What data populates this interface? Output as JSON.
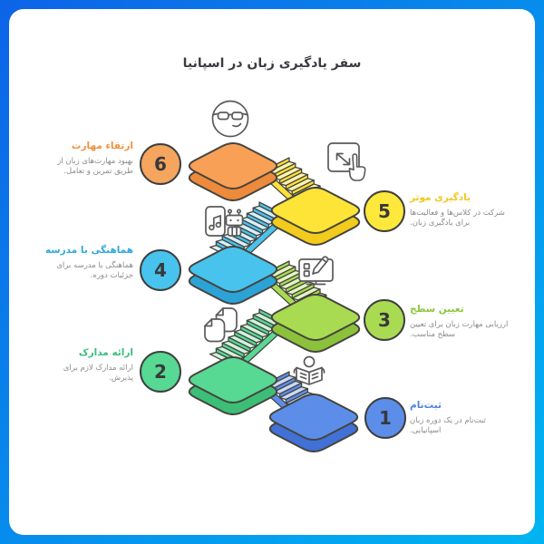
{
  "title": "سفر یادگیری زبان در اسپانیا",
  "frame": {
    "border_gradient_start": "#0d63e7",
    "border_gradient_end": "#00b5f2",
    "background": "#ffffff"
  },
  "illustration": {
    "outline": "#45443e",
    "icon_stroke": "#5a5a5a"
  },
  "text_colors": {
    "heading": "#3a3a42",
    "description": "#8b8b8b"
  },
  "steps": [
    {
      "number": "1",
      "title": "ثبت‌نام",
      "description": "ثبت‌نام در یک دوره زبان اسپانیایی.",
      "side": "right",
      "icon": "person-reading-book",
      "colors": {
        "circle": "#5c8ee9",
        "platform_top": "#5c8ee9",
        "platform_side": "#4170d6",
        "title": "#4e82e0",
        "stair_face": "#5c8ee9",
        "stair_tread": "#cbd9f7"
      }
    },
    {
      "number": "2",
      "title": "ارائه مدارک",
      "description": "ارائه مدارک لازم برای پذیرش.",
      "side": "left",
      "icon": "documents",
      "colors": {
        "circle": "#57d893",
        "platform_top": "#57d893",
        "platform_side": "#3cbe77",
        "title": "#35be7b",
        "stair_face": "#58d893",
        "stair_tread": "#cff2df"
      }
    },
    {
      "number": "3",
      "title": "تعیین سطح",
      "description": "ارزیابی مهارت زبان برای تعیین سطح مناسب.",
      "side": "right",
      "icon": "assessment-monitor",
      "colors": {
        "circle": "#a9db52",
        "platform_top": "#a8da52",
        "platform_side": "#8cc23b",
        "title": "#8bc83e",
        "stair_face": "#a9db52",
        "stair_tread": "#e4f4c6"
      }
    },
    {
      "number": "4",
      "title": "هماهنگی با مدرسه",
      "description": "هماهنگی با مدرسه برای جزئیات دوره.",
      "side": "left",
      "icon": "music-card-robot",
      "colors": {
        "circle": "#48c3ee",
        "platform_top": "#48c3ee",
        "platform_side": "#2ba3d6",
        "title": "#2fa8db",
        "stair_face": "#49c3ee",
        "stair_tread": "#d6f0fb"
      }
    },
    {
      "number": "5",
      "title": "یادگیری موثر",
      "description": "شرکت در کلاس‌ها و فعالیت‌ها برای یادگیری زبان.",
      "side": "right",
      "icon": "click-gesture",
      "colors": {
        "circle": "#ffe83c",
        "platform_top": "#fee437",
        "platform_side": "#f2cb1d",
        "title": "#f2c71c",
        "stair_face": "#ffe138",
        "stair_tread": "#fcf3ae"
      }
    },
    {
      "number": "6",
      "title": "ارتقاء مهارت",
      "description": "بهبود مهارت‌های زبان از طریق تمرین و تعامل.",
      "side": "left",
      "icon": "face-sunglasses",
      "colors": {
        "circle": "#f5a55e",
        "platform_top": "#f8a055",
        "platform_side": "#ee8a3c",
        "title": "#f0923e",
        "stair_face": "#f8a055",
        "stair_tread": "#fcd9b4"
      }
    }
  ]
}
